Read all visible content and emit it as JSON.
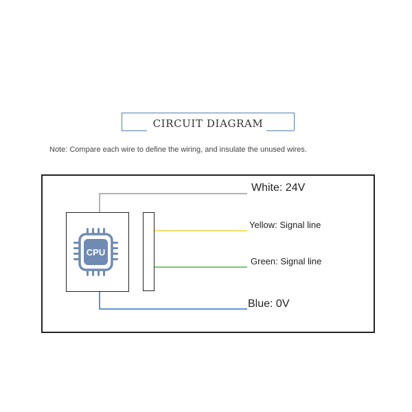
{
  "title": "CIRCUIT DIAGRAM",
  "note": "Note: Compare each wire to define the wiring, and insulate the unused wires.",
  "chip": {
    "label": "CPU",
    "icon": "cpu-chip-icon"
  },
  "wires": [
    {
      "id": "white",
      "label": "White: 24V",
      "color": "#999999"
    },
    {
      "id": "yellow",
      "label": "Yellow: Signal line",
      "color": "#f5d23c"
    },
    {
      "id": "green",
      "label": "Green: Signal line",
      "color": "#44b849"
    },
    {
      "id": "blue",
      "label": "Blue: 0V",
      "color": "#4a86c9"
    }
  ]
}
